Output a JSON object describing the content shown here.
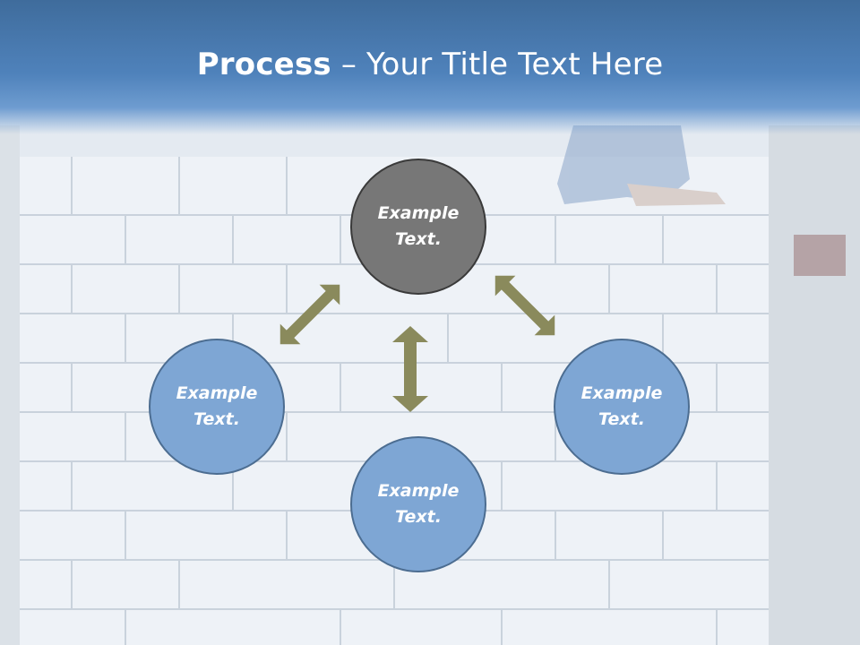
{
  "title": {
    "bold": "Process",
    "rest": " – Your Title Text Here"
  },
  "nodes": [
    {
      "line1": "Example",
      "line2": "Text."
    },
    {
      "line1": "Example",
      "line2": "Text."
    },
    {
      "line1": "Example",
      "line2": "Text."
    },
    {
      "line1": "Example",
      "line2": "Text."
    }
  ],
  "colors": {
    "header": "#4f82bb",
    "top_circle": "#777777",
    "blue_circle": "#7ea6d4",
    "arrow": "#8a8a5c"
  }
}
